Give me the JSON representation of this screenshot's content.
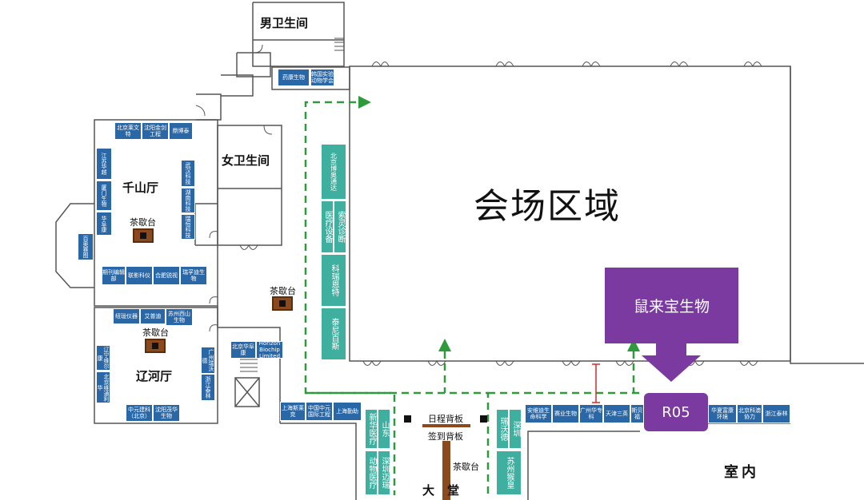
{
  "map": {
    "venue_area": "会场区域",
    "indoor": "室内",
    "rooms": {
      "mens_restroom": "男卫生间",
      "womens_restroom": "女卫生间",
      "qianshan_hall": "千山厅",
      "liaohe_hall": "辽河厅",
      "lobby": "大堂"
    },
    "tea_stations": {
      "qianshan": "茶歇台",
      "center": "茶歇台",
      "liaohe": "茶歇台",
      "lobby": "茶歇台"
    },
    "boards": {
      "schedule": "日程背板",
      "signin": "签到背板"
    },
    "highlight": {
      "name": "鼠来宝生物",
      "booth": "R05",
      "color": "#7a3a9f"
    },
    "colors": {
      "booth_blue": "#2a67a6",
      "booth_teal": "#3fb0a0",
      "route_green": "#2e9a3c",
      "tea_brown": "#8b4a1d",
      "wall": "#555555"
    },
    "booths": {
      "yaokang": "药康生物",
      "hanguo": "韩国实验动物学会",
      "bj_laiwu": "北京莱文特",
      "sy_jinjian": "沈阳金剑工程",
      "dingbotai": "鼎博泰",
      "jiangsu_q": "江苏华越",
      "xiamen_q": "厦门生物",
      "wuhan_q": "武汉科技",
      "hunan_q": "湖南科技",
      "ruiheng_q": "瑞恒科技",
      "left_v1": "百奥赛图",
      "left_v2": "华阜康",
      "qikan": "期刊编辑部",
      "lianying": "联影科仪",
      "hefei": "合肥锐视",
      "ruifu": "瑞孚迪生物",
      "zhuoli": "纽珑仪器",
      "aipu": "艾普迪",
      "suzhou_xishan": "苏州西山生物",
      "liao_v1": "辽宁维尔康",
      "liao_v2": "北京维通利华",
      "liao_v3": "广州瑞沃德",
      "liao_v4": "浙江泰林",
      "zhongyuan": "中元建科（北京）",
      "sy_maohua": "沈阳茂华生物",
      "bj_huafukang": "北京华阜康",
      "horizon": "Horizon Biochip Limited",
      "teal_bj": "北京博奥通达",
      "teal_yiliao": "医疗设备",
      "teal_suoling": "索灵诊断",
      "teal_keruien": "科瑞恩特",
      "teal_taini": "泰尼百斯",
      "sh_sliaike": "上海斯莱克",
      "zgzy": "中国中元国际工程",
      "sh_qinwu": "上海勤助",
      "xinhua_yiliao": "新华医疗",
      "shandong": "山东",
      "dongwu_yiliao": "动物医疗",
      "sz_maimi": "深圳迈瑞",
      "ruiwode": "瑞沃德",
      "shenzhen": "深圳",
      "suzhou_hp": "苏州猴皇",
      "anweidi": "安维迪生命科学",
      "saiye": "赛业生物",
      "gz_huazhuan": "广州华专科",
      "tianjin_sanyi": "天津三英",
      "sihuan": "斯贝福",
      "huaxia": "华夏富康环境",
      "bj_kechen": "北京科澳协力",
      "zj_taiin": "浙江泰林"
    }
  }
}
